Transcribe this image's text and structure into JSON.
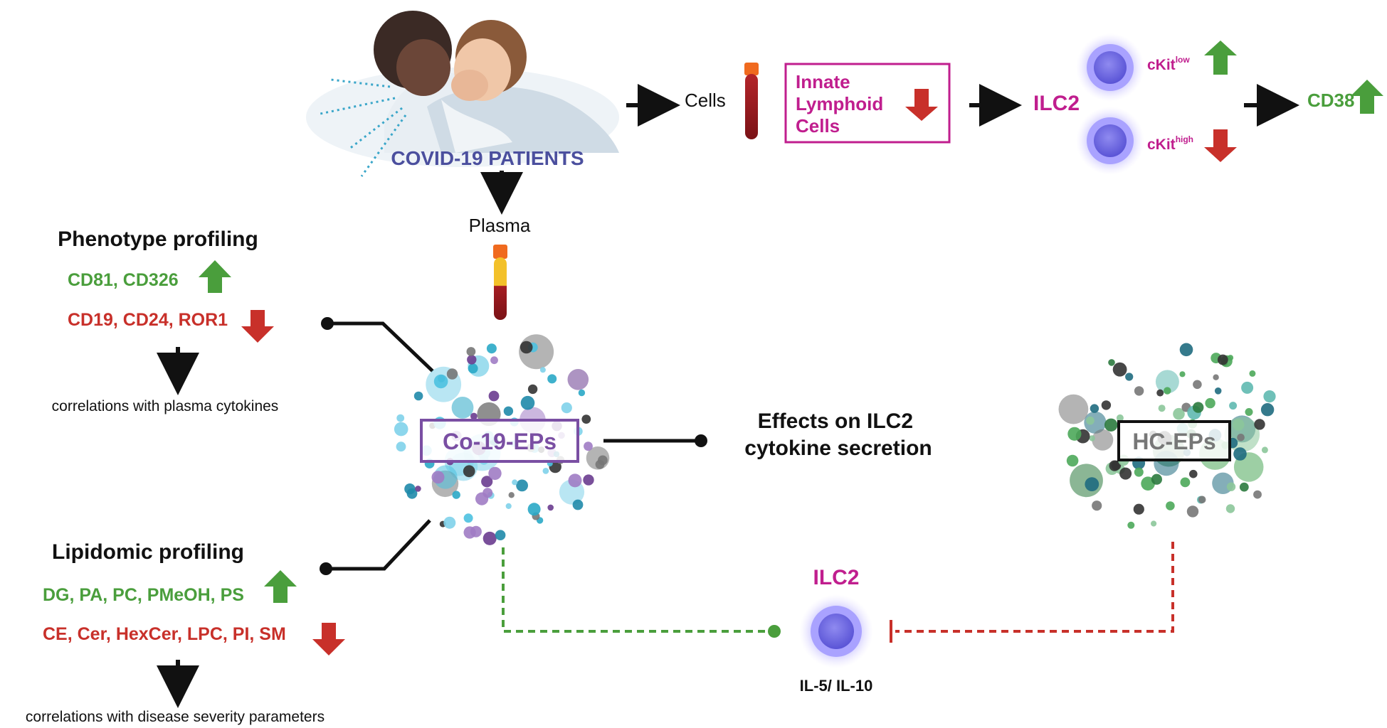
{
  "header": {
    "patients_label": "COVID-19 PATIENTS",
    "cells_label": "Cells",
    "plasma_label": "Plasma",
    "ilc_box_lines": [
      "Innate",
      "Lymphoid",
      "Cells"
    ],
    "ilc2_label": "ILC2",
    "ckit_low_base": "cKit",
    "ckit_low_sup": "low",
    "ckit_high_base": "cKit",
    "ckit_high_sup": "high",
    "cd38_label": "CD38"
  },
  "phenotype": {
    "title": "Phenotype profiling",
    "up_markers": "CD81, CD326",
    "down_markers": "CD19, CD24, ROR1",
    "correlation_note": "correlations with plasma cytokines"
  },
  "lipidomic": {
    "title": "Lipidomic profiling",
    "up_lipids": "DG, PA, PC, PMeOH, PS",
    "down_lipids": "CE, Cer, HexCer, LPC, PI,  SM",
    "correlation_note": "correlations with disease severity parameters"
  },
  "center": {
    "co19_label": "Co-19-EPs",
    "effects_lines": [
      "Effects on ILC2",
      "cytokine secretion"
    ],
    "hc_label": "HC-EPs",
    "bottom_ilc2_label": "ILC2",
    "cytokines_label": "IL-5/ IL-10"
  },
  "colors": {
    "green": "#4a9e3c",
    "red": "#c8302a",
    "magenta": "#c01e8e",
    "purple_box": "#7a4fa3",
    "navy_text": "#4b4f9e",
    "cell_fill": "#7b74e6"
  },
  "icons": {
    "patients": "coughing-patients-illustration",
    "tube_blood": "blood-tube-icon",
    "tube_plasma": "plasma-tube-icon",
    "cell": "ilc2-cell-icon",
    "vesicles": "extracellular-particles-cluster"
  }
}
